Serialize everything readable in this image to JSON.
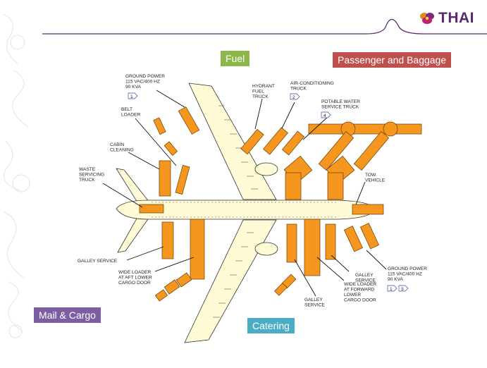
{
  "logo": {
    "text": "THAI",
    "icon": "thai-orchid-logo-icon"
  },
  "categories": {
    "fuel": "Fuel",
    "passenger_baggage": "Passenger and Baggage",
    "mail_cargo": "Mail & Cargo",
    "catering": "Catering"
  },
  "colors": {
    "fuel": "#8cb84a",
    "passenger_baggage": "#c0504d",
    "mail_cargo": "#7b5fa2",
    "catering": "#4bacc6",
    "vehicle": "#f5961e",
    "aircraft": "#fffbd6",
    "header_line": "#5a2a6e"
  },
  "labels": {
    "ground_power_top": [
      "GROUND POWER",
      "115 VAC/400 HZ",
      "90 KVA"
    ],
    "ground_power_top_tag": "1",
    "belt_loader": [
      "BELT",
      "LOADER"
    ],
    "cabin_cleaning": [
      "CABIN",
      "CLEANING"
    ],
    "waste_servicing": [
      "WASTE",
      "SERVICING",
      "TRUCK"
    ],
    "hydrant_fuel": [
      "HYDRANT",
      "FUEL",
      "TRUCK"
    ],
    "air_conditioning": [
      "AIR-CONDITIONING",
      "TRUCK"
    ],
    "air_conditioning_tag": "2",
    "potable_water": [
      "POTABLE WATER",
      "SERVICE TRUCK"
    ],
    "potable_water_tag": "4",
    "tow_vehicle": [
      "TOW",
      "VEHICLE"
    ],
    "galley_service_left": [
      "GALLEY SERVICE"
    ],
    "wide_loader_aft": [
      "WIDE LOADER",
      "AT AFT LOWER",
      "CARGO DOOR"
    ],
    "galley_service_mid": [
      "GALLEY",
      "SERVICE"
    ],
    "galley_service_right": [
      "GALLEY",
      "SERVICE"
    ],
    "wide_loader_forward": [
      "WIDE LOADER",
      "AT FORWARD",
      "LOWER",
      "CARGO DOOR"
    ],
    "ground_power_bottom": [
      "GROUND POWER",
      "115 VAC/400 HZ",
      "90 KVA"
    ],
    "ground_power_bottom_tags": [
      "1",
      "3"
    ]
  }
}
